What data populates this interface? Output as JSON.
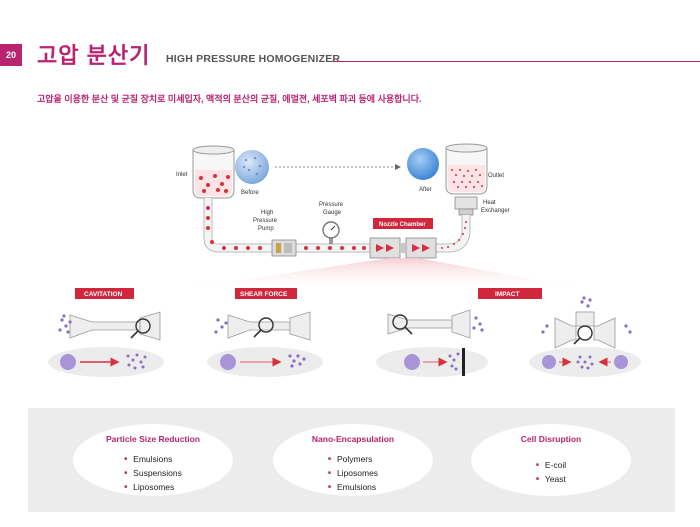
{
  "header": {
    "page_number": "20",
    "title_ko": "고압 분산기",
    "title_en": "HIGH PRESSURE HOMOGENIZER"
  },
  "subtitle": "고압을 이용한 분산 및 균질 장치로 미세입자, 액적의 분산의 균질, 에멀젼, 세포벽 파괴 등에 사용합니다.",
  "diagram": {
    "inlet": "Inlet",
    "before": "Before",
    "after": "After",
    "outlet": "Outlet",
    "heat_exchanger_line1": "Heat",
    "heat_exchanger_line2": "Exchanger",
    "pump_line1": "High",
    "pump_line2": "Pressure",
    "pump_line3": "Pump",
    "gauge_line1": "Pressure",
    "gauge_line2": "Gauge",
    "nozzle_chamber": "Nozzle Chamber"
  },
  "mechanisms": {
    "cavitation": "CAVITATION",
    "shear_force": "SHEAR FORCE",
    "impact": "IMPACT"
  },
  "applications": [
    {
      "title": "Particle Size Reduction",
      "items": [
        "Emulsions",
        "Suspensions",
        "Liposomes"
      ]
    },
    {
      "title": "Nano-Encapsulation",
      "items": [
        "Polymers",
        "Liposomes",
        "Emulsions"
      ]
    },
    {
      "title": "Cell Disruption",
      "items": [
        "E-coil",
        "Yeast"
      ]
    }
  ],
  "colors": {
    "brand": "#b8246f",
    "mechanism_label": "#d0273c",
    "droplet": "#d9303f",
    "particle": "#8a6fc4"
  }
}
